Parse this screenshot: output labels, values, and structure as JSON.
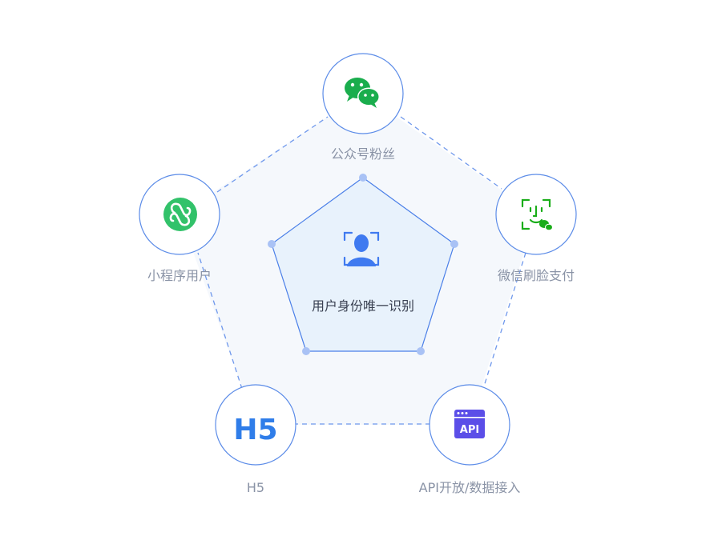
{
  "center": {
    "label": "用户身份唯一识别",
    "icon": "face-scan-user-icon"
  },
  "nodes": [
    {
      "id": "wechat",
      "label": "公众号粉丝",
      "icon": "wechat-icon",
      "color": "#1aad4d"
    },
    {
      "id": "face-pay",
      "label": "微信刷脸支付",
      "icon": "face-pay-icon",
      "color": "#1aad19"
    },
    {
      "id": "api",
      "label": "API开放/数据接入",
      "icon": "api-icon",
      "icon_text": "API",
      "color": "#5b4ee8"
    },
    {
      "id": "h5",
      "label": "H5",
      "icon": "h5-icon",
      "icon_text": "H5",
      "color": "#2f7de9"
    },
    {
      "id": "mini",
      "label": "小程序用户",
      "icon": "mini-program-icon",
      "color": "#32c26a"
    }
  ],
  "colors": {
    "line": "#4a7fe8",
    "dashed": "#6f98ec",
    "outer_fill": "#f5f8fc",
    "inner_fill": "#e8f2fc",
    "vertex_dot": "#a9c2f5",
    "circle_border": "#5c8ce8",
    "center_icon": "#3f7af0"
  }
}
